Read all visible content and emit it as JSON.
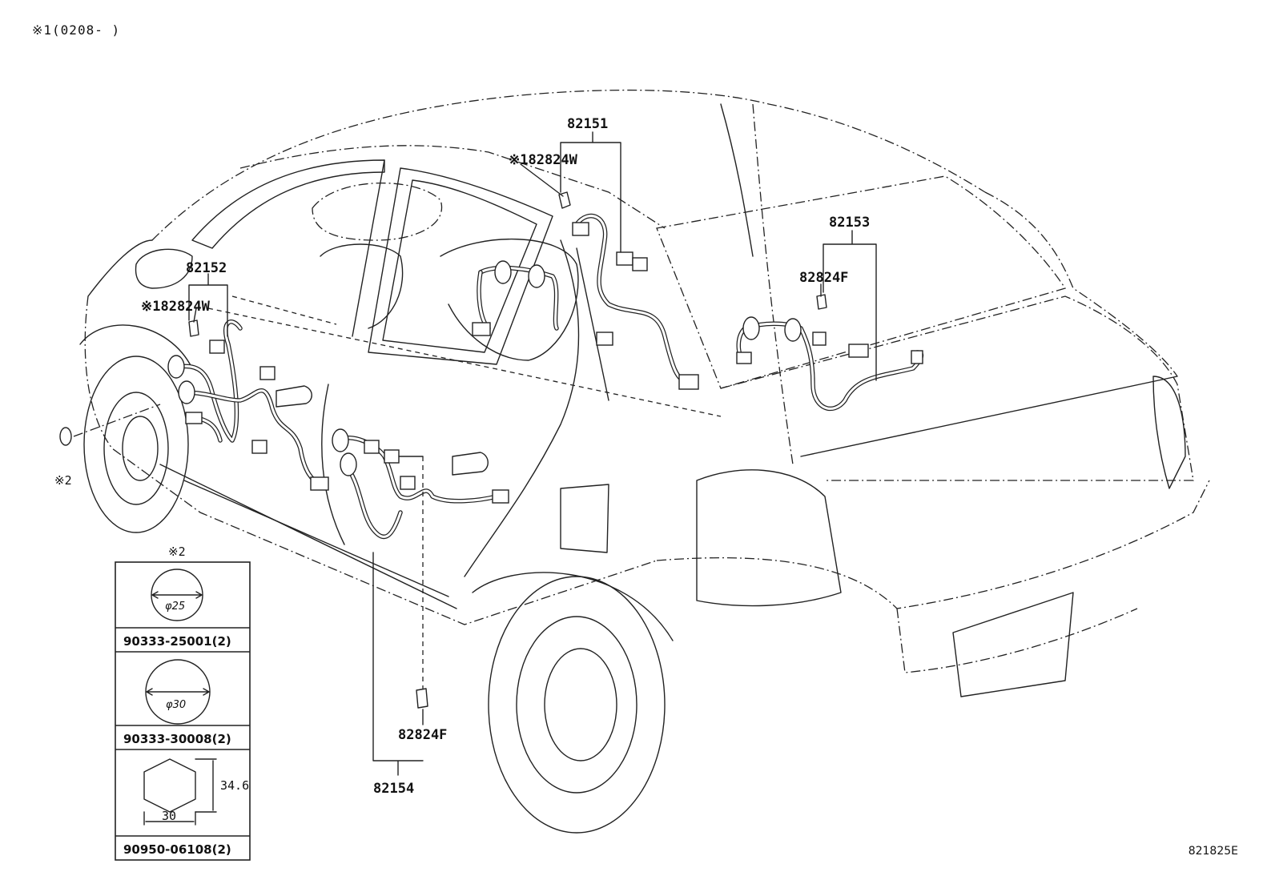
{
  "header": {
    "note": "※1(0208-      )"
  },
  "diagram_code": "821825E",
  "callouts": {
    "harness_roof": "82151",
    "clamp_roof": "※182824W",
    "harness_front": "82152",
    "clamp_front": "※182824W",
    "harness_rear": "82153",
    "clamp_rear": "82824F",
    "harness_floor": "82154",
    "clamp_floor": "82824F",
    "grommet_ref": "※2"
  },
  "parts_table": {
    "title": "※2",
    "rows": [
      {
        "part_no": "90333-25001(2)",
        "dim": "φ25",
        "shape": "circle"
      },
      {
        "part_no": "90333-30008(2)",
        "dim": "φ30",
        "shape": "circle"
      },
      {
        "part_no": "90950-06108(2)",
        "dim_w": "30",
        "dim_h": "34.6",
        "shape": "hexagon"
      }
    ]
  }
}
